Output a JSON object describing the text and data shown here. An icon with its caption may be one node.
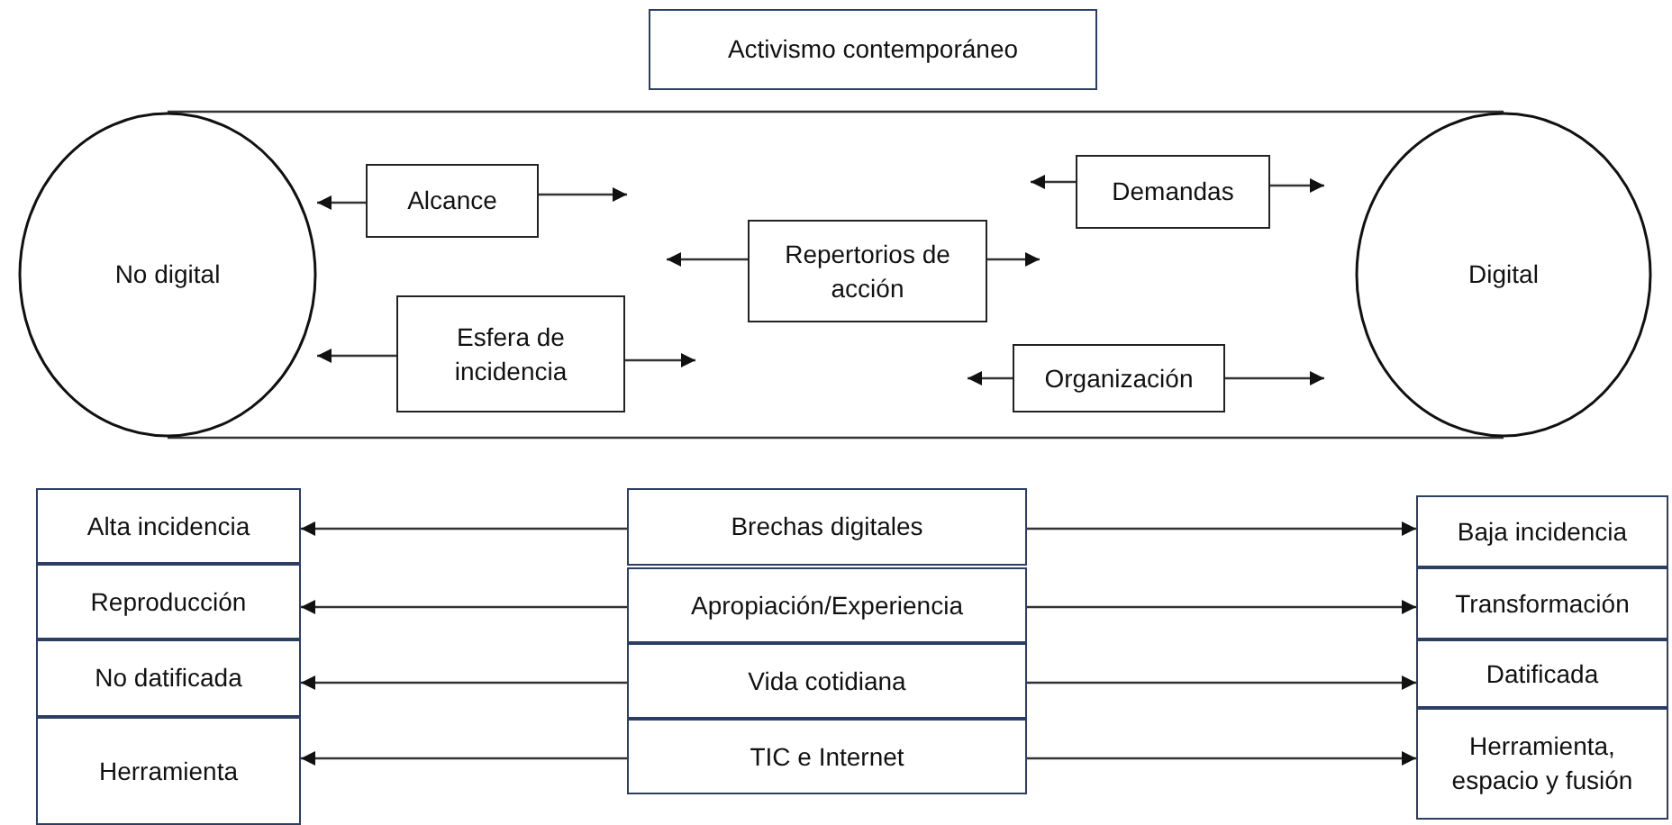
{
  "diagram": {
    "nodes": [
      {
        "text": [
          "Activismo contemporáneo"
        ]
      },
      {
        "text": [
          "No digital"
        ]
      },
      {
        "text": [
          "Digital"
        ]
      },
      {
        "text": [
          "Alcance"
        ]
      },
      {
        "text": [
          "Demandas"
        ]
      },
      {
        "text": [
          "Repertorios de acción"
        ]
      },
      {
        "text": [
          "Esfera de incidencia"
        ]
      },
      {
        "text": [
          "Organización"
        ]
      },
      {
        "text": [
          "Alta incidencia"
        ]
      },
      {
        "text": [
          "Brechas digitales"
        ]
      },
      {
        "text": [
          "Baja incidencia"
        ]
      },
      {
        "text": [
          "Reproducción"
        ]
      },
      {
        "text": [
          "Apropiación/Experiencia"
        ]
      },
      {
        "text": [
          "Transformación"
        ]
      },
      {
        "text": [
          "No datificada"
        ]
      },
      {
        "text": [
          "Vida cotidiana"
        ]
      },
      {
        "text": [
          "Datificada"
        ]
      },
      {
        "text": [
          "Herramienta"
        ]
      },
      {
        "text": [
          "TIC e Internet"
        ]
      },
      {
        "text": [
          "Herramienta, espacio y fusión"
        ]
      }
    ],
    "edges": [
      {
        "from": 1,
        "to": 2,
        "arrow": "none"
      },
      {
        "from": 1,
        "to": 2,
        "arrow": "none"
      },
      {
        "from": 3,
        "to": 1,
        "arrow": "to"
      },
      {
        "from": 3,
        "to": null,
        "arrow": "to"
      },
      {
        "from": 4,
        "to": null,
        "arrow": "to"
      },
      {
        "from": 4,
        "to": null,
        "arrow": "to"
      },
      {
        "from": 5,
        "to": null,
        "arrow": "to"
      },
      {
        "from": 5,
        "to": null,
        "arrow": "to"
      },
      {
        "from": 6,
        "to": 1,
        "arrow": "to"
      },
      {
        "from": 6,
        "to": null,
        "arrow": "to"
      },
      {
        "from": 7,
        "to": null,
        "arrow": "to"
      },
      {
        "from": 7,
        "to": null,
        "arrow": "to"
      },
      {
        "from": 9,
        "to": 8,
        "arrow": "to"
      },
      {
        "from": 9,
        "to": 10,
        "arrow": "to"
      },
      {
        "from": 12,
        "to": 11,
        "arrow": "to"
      },
      {
        "from": 12,
        "to": 13,
        "arrow": "to"
      },
      {
        "from": 15,
        "to": 14,
        "arrow": "to"
      },
      {
        "from": 15,
        "to": 16,
        "arrow": "to"
      },
      {
        "from": 18,
        "to": 17,
        "arrow": "to"
      },
      {
        "from": 18,
        "to": 19,
        "arrow": "to"
      }
    ]
  }
}
